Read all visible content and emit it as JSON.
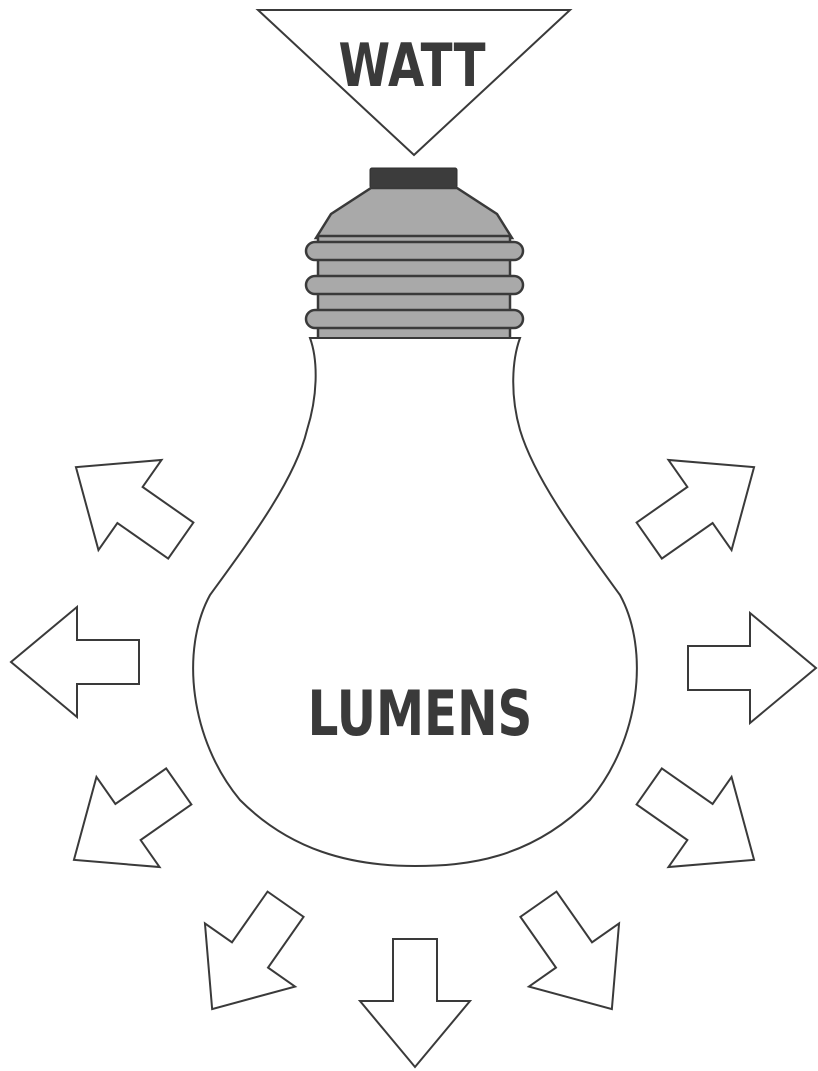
{
  "input_label": "WATT",
  "output_label": "LUMENS",
  "colors": {
    "stroke": "#3a3a3a",
    "base_gray": "#a9a9a9",
    "cap": "#3c3c3c",
    "background": "#ffffff"
  },
  "icons": {
    "input_indicator": "triangle-down-icon",
    "emission_arrows": "arrow-outline-icon"
  },
  "emission_arrow_count": 9
}
